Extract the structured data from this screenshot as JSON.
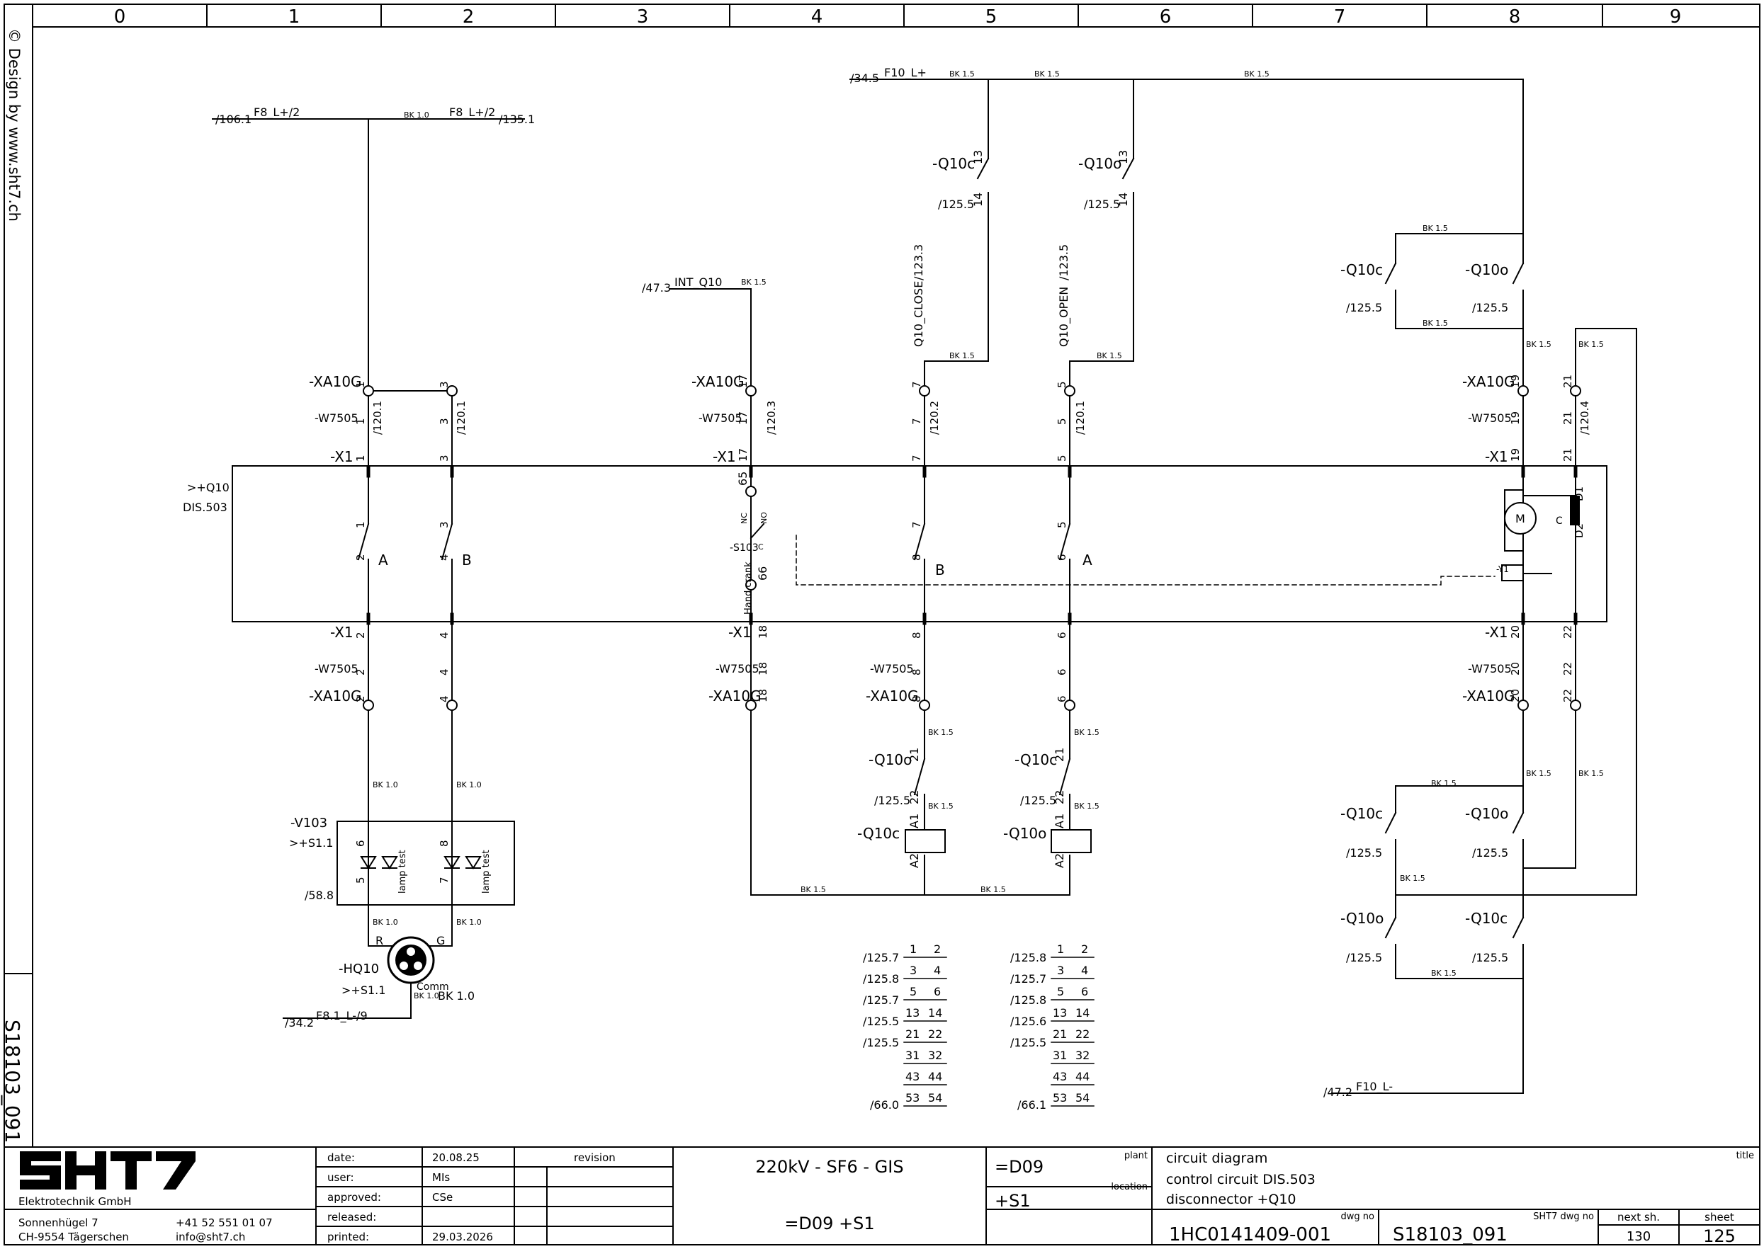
{
  "grid": {
    "columns": [
      "0",
      "1",
      "2",
      "3",
      "4",
      "5",
      "6",
      "7",
      "8",
      "9"
    ]
  },
  "side": {
    "credit": "© Design by www.sht7.ch",
    "drawing_id": "S18103_091"
  },
  "supply": {
    "f8_left_ref": "/106.1",
    "f8_label": "F8_L+/2",
    "f8_wire": "BK 1.0",
    "f8_right_label": "F8_L+/2",
    "f8_right_ref": "/135.1",
    "f10_ref": "/34.5",
    "f10_label": "F10_L+",
    "f10_wire": "BK 1.5",
    "int_ref": "/47.3",
    "int_label": "INT_Q10",
    "int_wire": "BK 1.5",
    "neg_ref": "/47.2",
    "neg_label": "F10_L-",
    "f81_ref": "/34.2",
    "f81_label": "F8.1_L-/9",
    "f81_wire": "BK 1.0"
  },
  "aux": {
    "q10c": "-Q10c",
    "q10o": "-Q10o",
    "ref_125_5": "/125.5",
    "t13": "13",
    "t14": "14",
    "t21": "21",
    "t22": "22",
    "q10_close": "Q10_CLOSE",
    "q10_close_ref": "/123.3",
    "q10_open": "Q10_OPEN",
    "q10_open_ref": "/123.5"
  },
  "terminals": {
    "xa10g": "-XA10G",
    "w7505": "-W7505",
    "x1": "-X1",
    "cols": [
      "1",
      "3",
      "17",
      "7",
      "5",
      "19",
      "21"
    ],
    "refs": [
      "/120.1",
      "/120.1",
      "/120.3",
      "/120.2",
      "/120.1",
      "",
      "/120.4"
    ],
    "bottom": [
      "2",
      "4",
      "18",
      "8",
      "6",
      "20",
      "22"
    ]
  },
  "device": {
    "ref": ">+Q10",
    "name": "DIS.503",
    "letters": [
      "A",
      "B",
      "B",
      "A"
    ],
    "s103": "-S103",
    "nc": "NC",
    "no": "NO",
    "c": "C",
    "t65": "65",
    "t66": "66",
    "hand_crank": "Hand crank",
    "motor": "M",
    "y1": "-Y1",
    "d1": "D1",
    "d2": "D2",
    "cap": "C"
  },
  "lamp": {
    "tag": "-V103",
    "loc": ">+S1.1",
    "ref": "/58.8",
    "test": "lamp test",
    "t5": "5",
    "t6": "6",
    "t7": "7",
    "t8": "8"
  },
  "hq": {
    "tag": "-HQ10",
    "loc": ">+S1.1",
    "r": "R",
    "g": "G",
    "comm": "Comm",
    "wire": "BK 1.0"
  },
  "coils": {
    "close": "-Q10c",
    "open": "-Q10o",
    "a1": "A1",
    "a2": "A2"
  },
  "contacts_close": {
    "refs": [
      "/125.7",
      "/125.8",
      "/125.7",
      "/125.5",
      "/125.5",
      "",
      "",
      "/66.0"
    ],
    "pairs": [
      [
        "1",
        "2"
      ],
      [
        "3",
        "4"
      ],
      [
        "5",
        "6"
      ],
      [
        "13",
        "14"
      ],
      [
        "21",
        "22"
      ],
      [
        "31",
        "32"
      ],
      [
        "43",
        "44"
      ],
      [
        "53",
        "54"
      ]
    ]
  },
  "contacts_open": {
    "refs": [
      "/125.8",
      "/125.7",
      "/125.8",
      "/125.6",
      "/125.5",
      "",
      "",
      "/66.1"
    ],
    "pairs": [
      [
        "1",
        "2"
      ],
      [
        "3",
        "4"
      ],
      [
        "5",
        "6"
      ],
      [
        "13",
        "14"
      ],
      [
        "21",
        "22"
      ],
      [
        "31",
        "32"
      ],
      [
        "43",
        "44"
      ],
      [
        "53",
        "54"
      ]
    ]
  },
  "title_block": {
    "company": "Elektrotechnik GmbH",
    "street": "Sonnenhügel 7",
    "city": "CH-9554 Tägerschen",
    "phone": "+41 52 551 01 07",
    "email": "info@sht7.ch",
    "date_label": "date:",
    "date": "20.08.25",
    "revision_label": "revision",
    "user_label": "user:",
    "user": "MIs",
    "approved_label": "approved:",
    "approved": "CSe",
    "released_label": "released:",
    "printed_label": "printed:",
    "printed": "29.03.2026",
    "project": "220kV - SF6 - GIS",
    "designation": "=D09 +S1",
    "plant_label": "plant",
    "plant": "=D09",
    "location_label": "location",
    "location": "+S1",
    "title_label": "title",
    "title1": "circuit diagram",
    "title2": "control circuit DIS.503",
    "title3": "disconnector +Q10",
    "dwg_label": "dwg no",
    "dwg": "1HC0141409-001",
    "sht7_label": "SHT7 dwg no",
    "sht7": "S18103_091",
    "next_label": "next sh.",
    "next": "130",
    "sheet_label": "sheet",
    "sheet": "125"
  }
}
